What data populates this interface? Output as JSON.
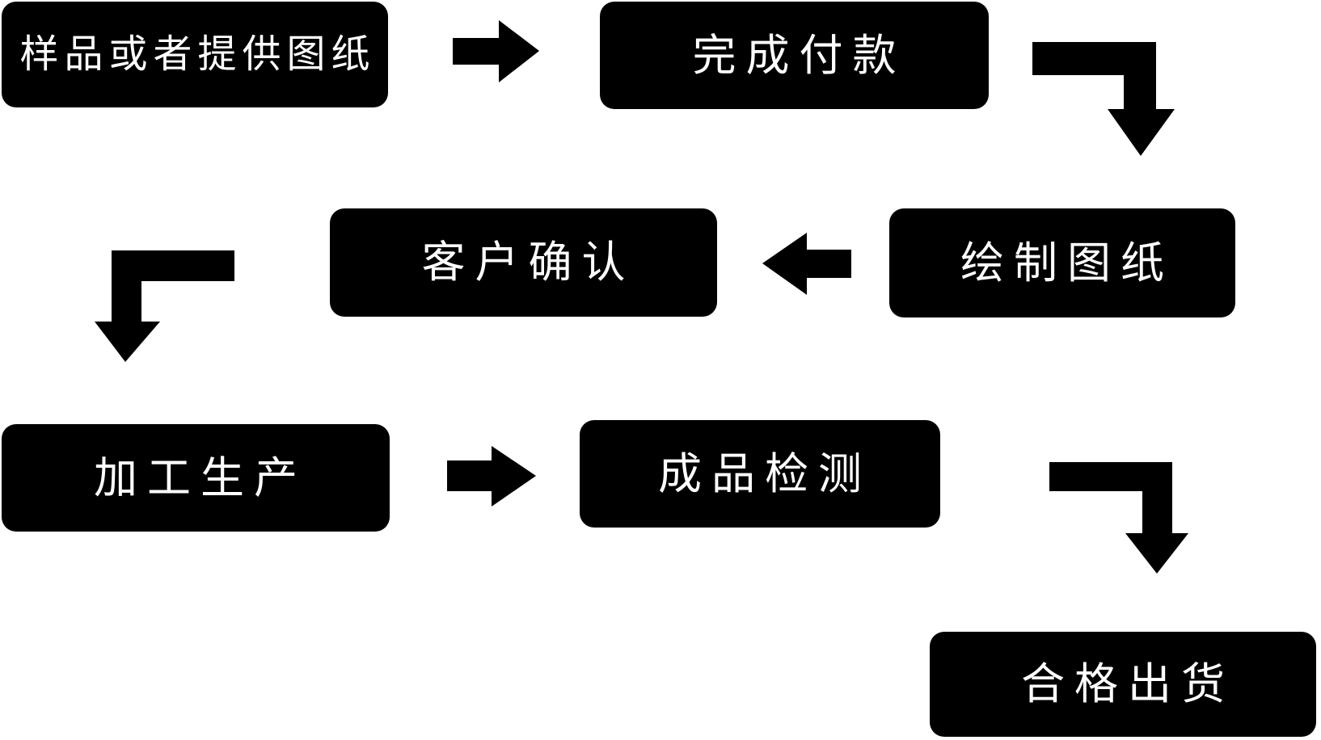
{
  "diagram": {
    "type": "flowchart",
    "colors": {
      "background": "#ffffff",
      "node_fill": "#000000",
      "node_text": "#ffffff",
      "arrow": "#000000"
    },
    "nodes": [
      {
        "id": "sample-or-provide-drawings",
        "label": "样品或者提供图纸"
      },
      {
        "id": "complete-payment",
        "label": "完成付款"
      },
      {
        "id": "draw-drawings",
        "label": "绘制图纸"
      },
      {
        "id": "customer-confirmation",
        "label": "客户确认"
      },
      {
        "id": "processing-production",
        "label": "加工生产"
      },
      {
        "id": "finished-product-inspection",
        "label": "成品检测"
      },
      {
        "id": "qualified-shipment",
        "label": "合格出货"
      }
    ],
    "connectors": [
      {
        "from": "sample-or-provide-drawings",
        "to": "complete-payment",
        "shape": "straight-right"
      },
      {
        "from": "complete-payment",
        "to": "draw-drawings",
        "shape": "elbow-right-down"
      },
      {
        "from": "draw-drawings",
        "to": "customer-confirmation",
        "shape": "straight-left"
      },
      {
        "from": "customer-confirmation",
        "to": "processing-production",
        "shape": "elbow-left-down"
      },
      {
        "from": "processing-production",
        "to": "finished-product-inspection",
        "shape": "straight-right"
      },
      {
        "from": "finished-product-inspection",
        "to": "qualified-shipment",
        "shape": "elbow-right-down"
      }
    ]
  }
}
